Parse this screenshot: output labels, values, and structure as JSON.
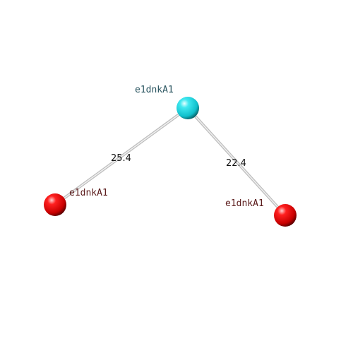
{
  "colors": {
    "background": "#ffffff",
    "edge": "#cfcfcf",
    "edge_highlight": "#f2f2f2",
    "node_cyan": "#16d3e0",
    "node_red": "#e00000",
    "label_cyan": "#2a5560",
    "label_red": "#5a1a1a"
  },
  "nodes": [
    {
      "id": "n1",
      "label": "e1dnkA1",
      "color": "cyan"
    },
    {
      "id": "n2",
      "label": "e1dnkA1",
      "color": "red"
    },
    {
      "id": "n3",
      "label": "e1dnkA1",
      "color": "red"
    }
  ],
  "edges": [
    {
      "from": "n1",
      "to": "n2",
      "label": "25.4"
    },
    {
      "from": "n1",
      "to": "n3",
      "label": "22.4"
    }
  ]
}
